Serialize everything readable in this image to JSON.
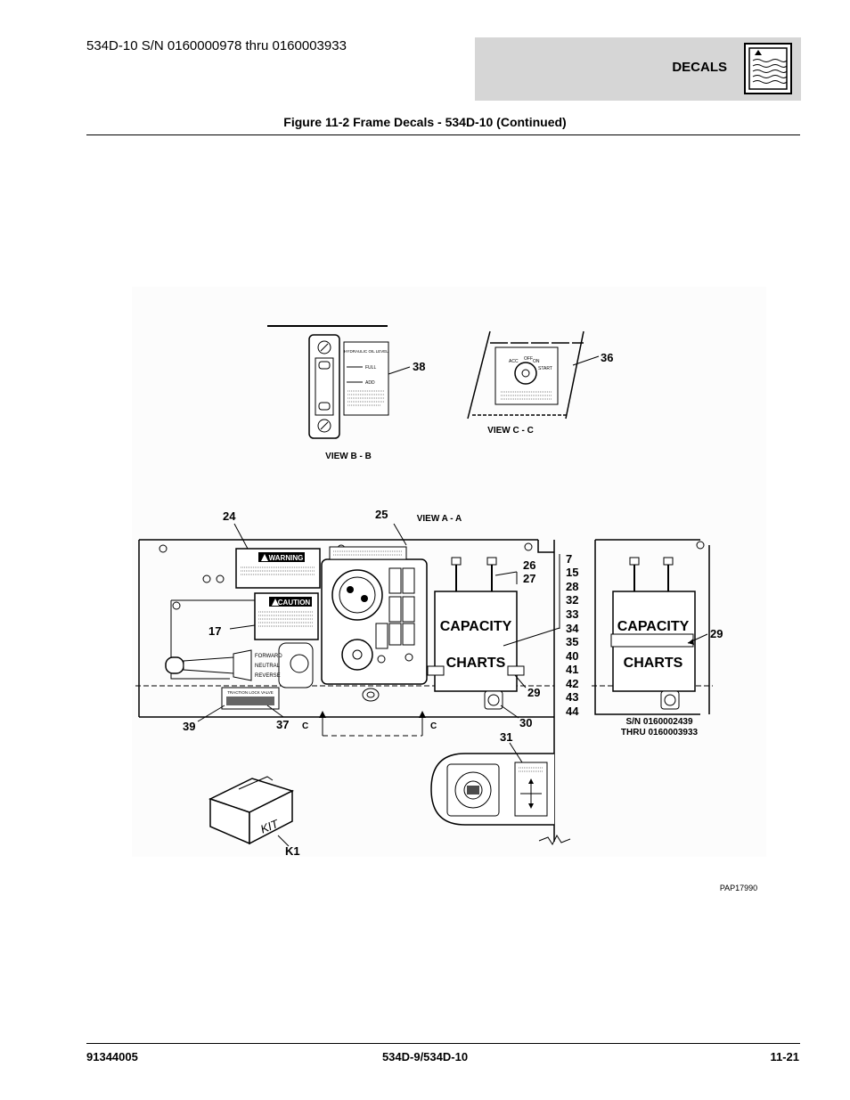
{
  "header": {
    "model_range": "534D-10 S/N 0160000978 thru 0160003933",
    "section_title": "DECALS",
    "section_icon": "decal-icon"
  },
  "figure": {
    "title": "Figure 11-2 Frame Decals - 534D-10 (Continued)",
    "part_code": "PAP17990"
  },
  "views": {
    "b": {
      "label": "VIEW B - B",
      "callout": "38",
      "decal_title": "HYDRAULIC OIL LEVEL",
      "full": "FULL",
      "add": "ADD"
    },
    "c": {
      "label": "VIEW C - C",
      "callout": "36",
      "off": "OFF",
      "acc": "ACC",
      "on": "ON",
      "start": "START"
    },
    "a": {
      "label": "VIEW A - A",
      "callouts": [
        "24",
        "25",
        "26",
        "27",
        "17",
        "29",
        "30",
        "31",
        "39",
        "37",
        "29"
      ],
      "list_callouts": [
        "7",
        "15",
        "28",
        "32",
        "33",
        "34",
        "35",
        "40",
        "41",
        "42",
        "43",
        "44"
      ],
      "warning": "WARNING",
      "caution": "CAUTION",
      "forward": "FORWARD",
      "neutral": "NEUTRAL",
      "reverse": "REVERSE",
      "traction_lock": "TRACTION LOCK VALVE",
      "capacity": "CAPACITY",
      "charts": "CHARTS",
      "section_c": "C",
      "serial_note_1": "S/N 0160002439",
      "serial_note_2": "THRU 0160003933",
      "kit_callout": "K1",
      "kit_label": "KIT"
    }
  },
  "footer": {
    "doc_number": "91344005",
    "models": "534D-9/534D-10",
    "page": "11-21"
  }
}
